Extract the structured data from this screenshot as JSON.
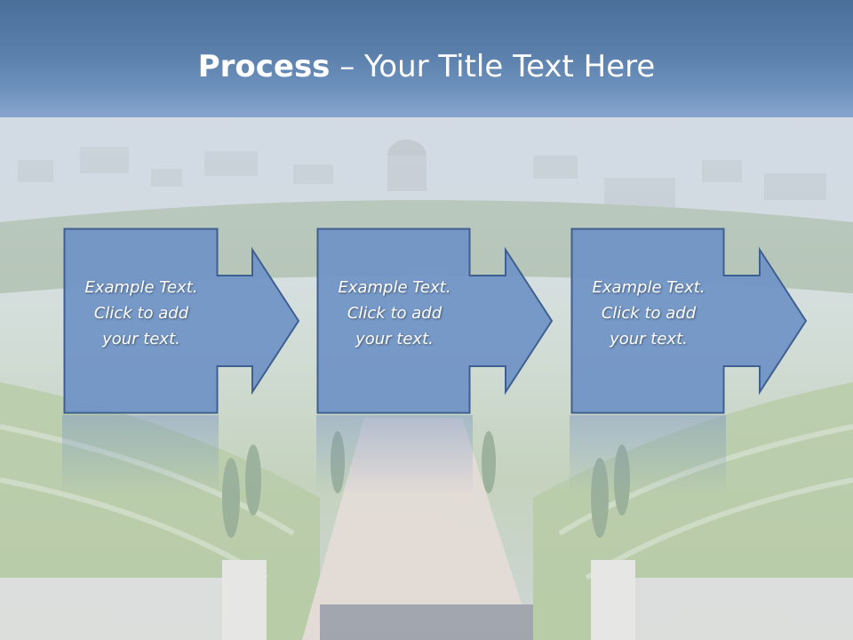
{
  "slide": {
    "title_bold": "Process",
    "title_rest": " – Your Title Text Here",
    "steps": [
      {
        "line1": "Example Text.",
        "line2": "Click  to add",
        "line3": "your text."
      },
      {
        "line1": "Example Text.",
        "line2": "Click  to add",
        "line3": "your text."
      },
      {
        "line1": "Example Text.",
        "line2": "Click  to add",
        "line3": "your text."
      }
    ]
  },
  "colors": {
    "title_band": "#5b7fab",
    "box_fill": "#6f93c5",
    "box_stroke": "#3e5f8f",
    "text": "#ffffff"
  }
}
